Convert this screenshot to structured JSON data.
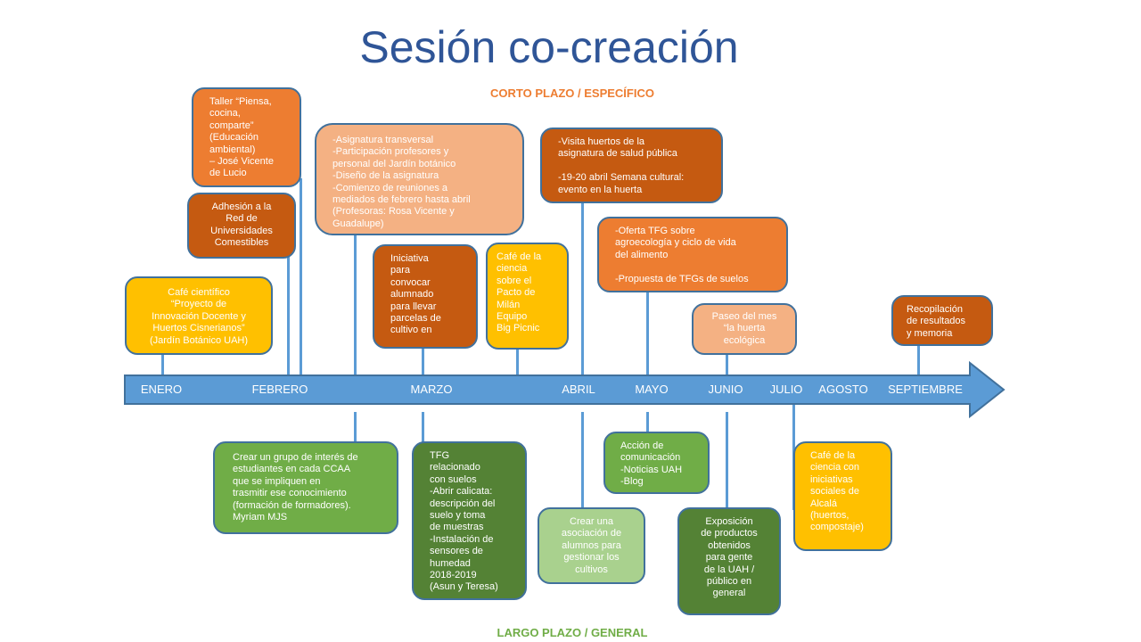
{
  "title": "Sesión co-creación",
  "top_band": "CORTO PLAZO / ESPECÍFICO",
  "bottom_band": "LARGO PLAZO / GENERAL",
  "months": [
    "ENERO",
    "FEBRERO",
    "MARZO",
    "ABRIL",
    "MAYO",
    "JUNIO",
    "JULIO",
    "AGOSTO",
    "SEPTIEMBRE"
  ],
  "colors": {
    "axis": "#5B9BD5",
    "title": "#2F5597",
    "orange": "#ED7D31",
    "dark_orange": "#C55A11",
    "light_orange": "#F4B183",
    "yellow": "#FFC000",
    "green": "#70AD47",
    "dark_green": "#548235",
    "light_green": "#A9D18E"
  },
  "above": [
    {
      "text": "Taller “Piensa,\ncocina,\ncomparte”\n(Educación\nambiental)\n– José Vicente\nde Lucio"
    },
    {
      "text": "Adhesión a la\nRed de\nUniversidades\nComestibles"
    },
    {
      "text": "Café científico\n“Proyecto de\nInnovación Docente y\nHuertos Cisnerianos”\n(Jardín Botánico UAH)"
    },
    {
      "text": "-Asignatura transversal\n-Participación profesores y\npersonal del Jardín botánico\n-Diseño de la asignatura\n-Comienzo de reuniones a\nmediados de febrero hasta abril\n(Profesoras: Rosa Vicente y\nGuadalupe)"
    },
    {
      "text": "Iniciativa\npara\nconvocar\nalumnado\npara llevar\nparcelas de\ncultivo en"
    },
    {
      "text": "Café de la\nciencia\nsobre el\nPacto de\nMilán\nEquipo\nBig Picnic"
    },
    {
      "text": "-Visita huertos de la\nasignatura de salud pública\n\n-19-20 abril Semana cultural:\nevento en la huerta"
    },
    {
      "text": "-Oferta TFG sobre\nagroecología y ciclo de vida\ndel alimento\n\n-Propuesta de TFGs de suelos"
    },
    {
      "text": "Paseo del mes\n“la huerta\necológica"
    },
    {
      "text": "Recopilación\nde resultados\ny memoria"
    }
  ],
  "below": [
    {
      "text": "Crear un grupo de interés de\nestudiantes en cada CCAA\nque se impliquen en\ntrasmitir ese conocimiento\n(formación de formadores).\nMyriam MJS"
    },
    {
      "text": "TFG\nrelacionado\ncon suelos\n -Abrir calicata:\ndescripción del\nsuelo y toma\nde muestras\n-Instalación de\nsensores de\nhumedad\n2018-2019\n(Asun y Teresa)"
    },
    {
      "text": "Crear una\nasociación de\nalumnos para\ngestionar los\ncultivos"
    },
    {
      "text": "Acción de\ncomunicación\n-Noticias UAH\n-Blog"
    },
    {
      "text": "Exposición\nde productos\nobtenidos\npara gente\nde la UAH /\npúblico en\ngeneral"
    },
    {
      "text": "Café de la\nciencia con\niniciativas\nsociales de\nAlcalá\n(huertos,\ncompostaje)"
    }
  ]
}
